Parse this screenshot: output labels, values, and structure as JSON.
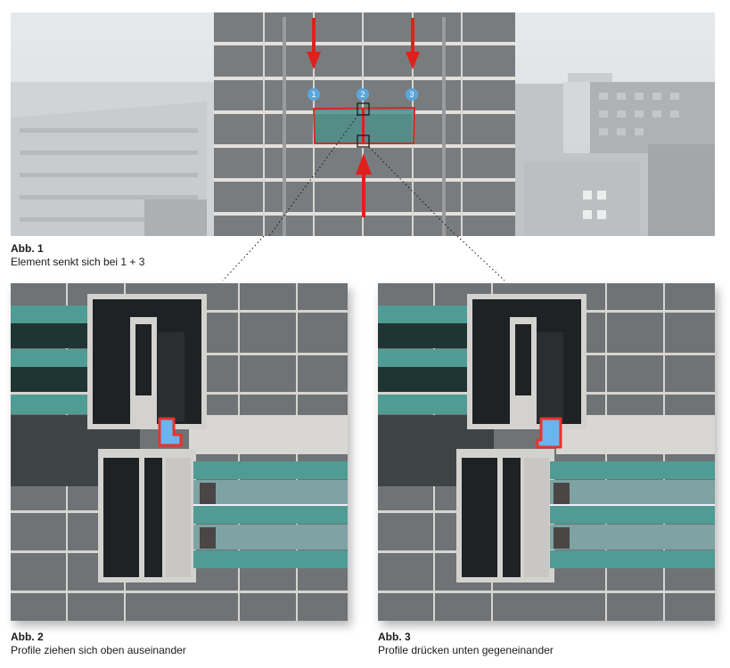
{
  "figures": [
    {
      "id": "abb1",
      "label": "Abb. 1",
      "caption": "Element senkt sich bei 1 + 3",
      "markers": [
        "1",
        "2",
        "3"
      ],
      "colors": {
        "highlight_red": "#e0201c",
        "marker_blue": "#5aa6dc",
        "glass_teal": "#5f9a93",
        "sky": "#dfe3e6"
      }
    },
    {
      "id": "abb2",
      "label": "Abb. 2",
      "caption": "Profile ziehen sich oben auseinander",
      "colors": {
        "gasket_blue": "#6ab4ef",
        "gasket_outline": "#e8322b",
        "glass_teal": "#4f9c94",
        "aluminium": "#d4d2cf",
        "profile_dark": "#1e2224"
      }
    },
    {
      "id": "abb3",
      "label": "Abb. 3",
      "caption": "Profile drücken unten gegeneinander",
      "colors": {
        "gasket_blue": "#6ab4ef",
        "gasket_outline": "#e8322b",
        "glass_teal": "#4f9c94",
        "aluminium": "#d4d2cf",
        "profile_dark": "#1e2224"
      }
    }
  ]
}
